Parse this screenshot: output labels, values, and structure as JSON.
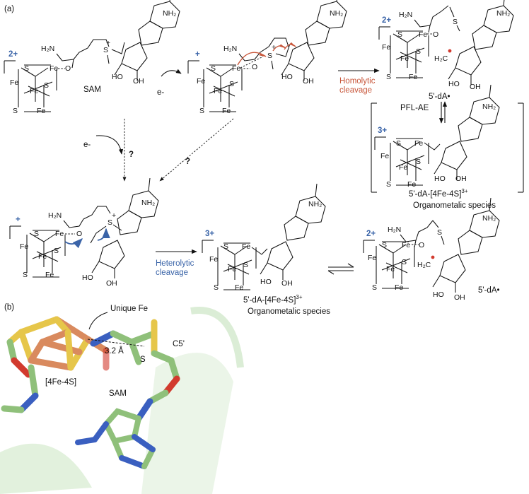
{
  "panels": {
    "a": "(a)",
    "b": "(b)"
  },
  "charges": {
    "two_plus": "2+",
    "plus": "+",
    "three_plus": "3+"
  },
  "atoms": {
    "fe": "Fe",
    "s": "S",
    "o": "O",
    "n": "N",
    "h2n": "H₂N",
    "nh2": "NH₂",
    "ho": "HO",
    "oh": "OH",
    "ch2": "H₂C",
    "plus_sign": "+"
  },
  "labels": {
    "sam": "SAM",
    "electron": "e-",
    "question": "?",
    "homolytic": "Homolytic\ncleavage",
    "heterolytic": "Heterolytic\ncleavage",
    "dA_radical": "5'-dA•",
    "pfl_ae": "PFL-AE",
    "organometallic_species_formula": "5'-dA-[4Fe-4S]",
    "organometallic_superscript": "3+",
    "organometallic_species": "Organometalic species"
  },
  "structure_b": {
    "unique_fe": "Unique Fe",
    "distance": "3.2 Å",
    "sulfur": "S",
    "c5": "C5'",
    "cluster": "[4Fe-4S]",
    "sam": "SAM"
  },
  "colors": {
    "charge_blue": "#3a64a8",
    "homolytic_red": "#c8563a",
    "carbon_green": "#8fc07a",
    "iron_orange": "#d98a5e",
    "sulfur_yellow": "#e6c64a",
    "nitrogen_blue": "#3a5fc0",
    "oxygen_red": "#d23a2e"
  }
}
